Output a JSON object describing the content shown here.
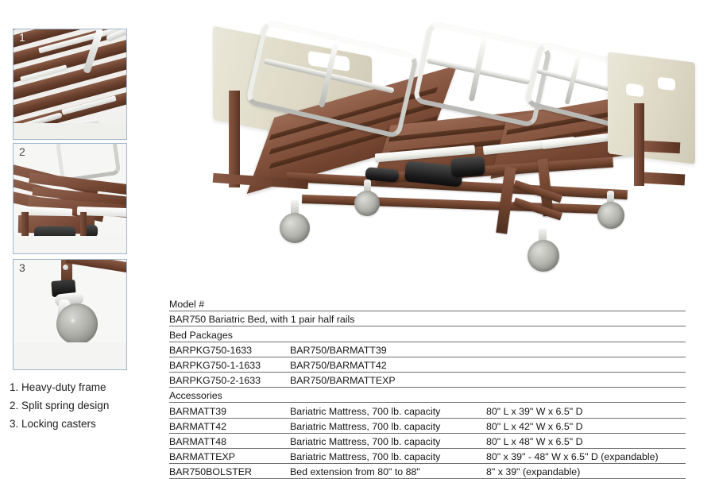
{
  "page": {
    "background": "#ffffff",
    "accent_border": "#9fb6cd"
  },
  "thumbnails": [
    {
      "number": "1",
      "alt": "Brown slatted heavy-duty bed spring deck close-up"
    },
    {
      "number": "2",
      "alt": "Split spring design with chrome half rail close-up"
    },
    {
      "number": "3",
      "alt": "Locking caster wheel close-up"
    }
  ],
  "captions": [
    "1. Heavy-duty frame",
    "2. Split spring design",
    "3. Locking casters"
  ],
  "hero": {
    "alt": "BAR750 Bariatric Bed with one pair of chrome half rails, beige head and foot boards, brown steel frame and gray locking casters"
  },
  "table": {
    "rows": [
      {
        "type": "header",
        "c1": "Model #",
        "c2": "",
        "c3": ""
      },
      {
        "type": "item",
        "c1": "BAR750 Bariatric Bed, with 1 pair half rails",
        "c2": "",
        "c3": ""
      },
      {
        "type": "header",
        "c1": "Bed Packages",
        "c2": "",
        "c3": ""
      },
      {
        "type": "item",
        "c1": "BARPKG750-1633",
        "c2": "BAR750/BARMATT39",
        "c3": ""
      },
      {
        "type": "item",
        "c1": "BARPKG750-1-1633",
        "c2": "BAR750/BARMATT42",
        "c3": ""
      },
      {
        "type": "item",
        "c1": "BARPKG750-2-1633",
        "c2": "BAR750/BARMATTEXP",
        "c3": ""
      },
      {
        "type": "header",
        "c1": "Accessories",
        "c2": "",
        "c3": ""
      },
      {
        "type": "item",
        "c1": "BARMATT39",
        "c2": "Bariatric Mattress, 700 lb. capacity",
        "c3": "80\" L x 39\" W x 6.5\" D"
      },
      {
        "type": "item",
        "c1": "BARMATT42",
        "c2": "Bariatric Mattress, 700 lb. capacity",
        "c3": "80\" L x 42\" W x 6.5\" D"
      },
      {
        "type": "item",
        "c1": "BARMATT48",
        "c2": "Bariatric Mattress, 700 lb. capacity",
        "c3": "80\" L x 48\" W x 6.5\" D"
      },
      {
        "type": "item",
        "c1": "BARMATTEXP",
        "c2": "Bariatric Mattress, 700 lb. capacity",
        "c3": "80\" x 39\" - 48\" W x 6.5\" D (expandable)"
      },
      {
        "type": "item",
        "c1": "BAR750BOLSTER",
        "c2": "Bed extension from 80\" to 88\"",
        "c3": "8\" x 39\"  (expandable)"
      }
    ]
  }
}
